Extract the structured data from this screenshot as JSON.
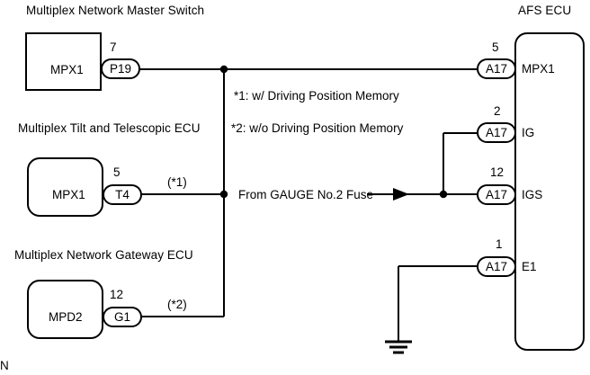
{
  "diagram": {
    "title_top_left": "Multiplex Network Master Switch",
    "title_mid_left": "Multiplex Tilt and Telescopic ECU",
    "title_bottom_left": "Multiplex Network Gateway ECU",
    "title_right": "AFS ECU",
    "corner_letter": "N"
  },
  "notes": [
    {
      "text": "*1: w/ Driving Position Memory"
    },
    {
      "text": "*2: w/o Driving Position Memory"
    }
  ],
  "source": {
    "label": "From GAUGE No.2 Fuse",
    "arrow_icon": "arrow-right-icon"
  },
  "left_components": [
    {
      "name": "master-switch",
      "title": "Multiplex Network Master Switch",
      "box_label": "MPX1",
      "pin_number": "7",
      "connector": "P19",
      "ref_mark": ""
    },
    {
      "name": "tilt-telescopic-ecu",
      "title": "Multiplex Tilt and Telescopic ECU",
      "box_label": "MPX1",
      "pin_number": "5",
      "connector": "T4",
      "ref_mark": "(*1)"
    },
    {
      "name": "gateway-ecu",
      "title": "Multiplex Network Gateway ECU",
      "box_label": "MPD2",
      "pin_number": "12",
      "connector": "G1",
      "ref_mark": "(*2)"
    }
  ],
  "ecu": {
    "title": "AFS ECU",
    "terminals": [
      {
        "pin_number": "5",
        "connector": "A17",
        "terminal": "MPX1"
      },
      {
        "pin_number": "2",
        "connector": "A17",
        "terminal": "IG"
      },
      {
        "pin_number": "12",
        "connector": "A17",
        "terminal": "IGS"
      },
      {
        "pin_number": "1",
        "connector": "A17",
        "terminal": "E1"
      }
    ]
  },
  "ground": {
    "icon": "ground-symbol-icon"
  },
  "colors": {
    "line": "#000000",
    "background": "#ffffff",
    "text": "#000000"
  }
}
